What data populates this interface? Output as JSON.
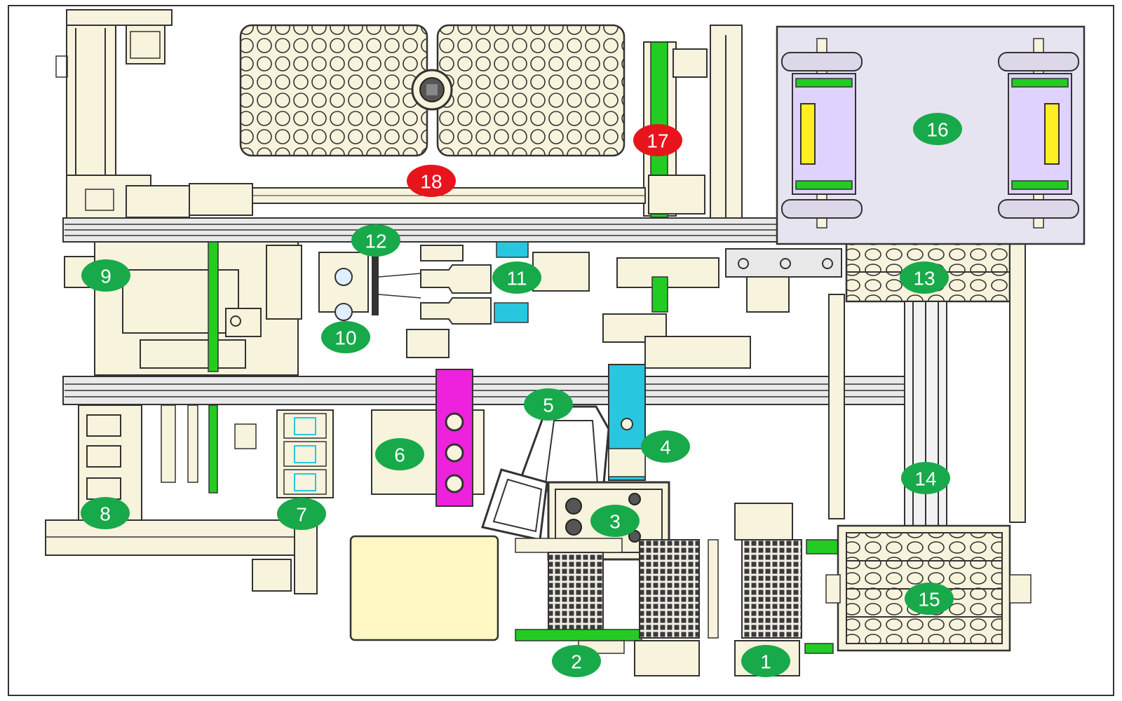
{
  "colors": {
    "frame": "#ffffff",
    "machine_base": "#f7f3dc",
    "outline": "#2b2b2b",
    "accent_green": "#22cc22",
    "accent_cyan": "#29c6e0",
    "accent_magenta": "#ee22dd",
    "accent_yellow": "#ffee22",
    "panel_lavender": "#e6e4f0",
    "pad_yellow": "#fff7c4",
    "label_green": "#18a94a",
    "label_red": "#e8141c"
  },
  "labels": [
    {
      "id": "1",
      "text": "1",
      "status": "green"
    },
    {
      "id": "2",
      "text": "2",
      "status": "green"
    },
    {
      "id": "3",
      "text": "3",
      "status": "green"
    },
    {
      "id": "4",
      "text": "4",
      "status": "green"
    },
    {
      "id": "5",
      "text": "5",
      "status": "green"
    },
    {
      "id": "6",
      "text": "6",
      "status": "green"
    },
    {
      "id": "7",
      "text": "7",
      "status": "green"
    },
    {
      "id": "8",
      "text": "8",
      "status": "green"
    },
    {
      "id": "9",
      "text": "9",
      "status": "green"
    },
    {
      "id": "10",
      "text": "10",
      "status": "green"
    },
    {
      "id": "11",
      "text": "11",
      "status": "green"
    },
    {
      "id": "12",
      "text": "12",
      "status": "green"
    },
    {
      "id": "13",
      "text": "13",
      "status": "green"
    },
    {
      "id": "14",
      "text": "14",
      "status": "green"
    },
    {
      "id": "15",
      "text": "15",
      "status": "green"
    },
    {
      "id": "16",
      "text": "16",
      "status": "green"
    },
    {
      "id": "17",
      "text": "17",
      "status": "red"
    },
    {
      "id": "18",
      "text": "18",
      "status": "red"
    }
  ]
}
